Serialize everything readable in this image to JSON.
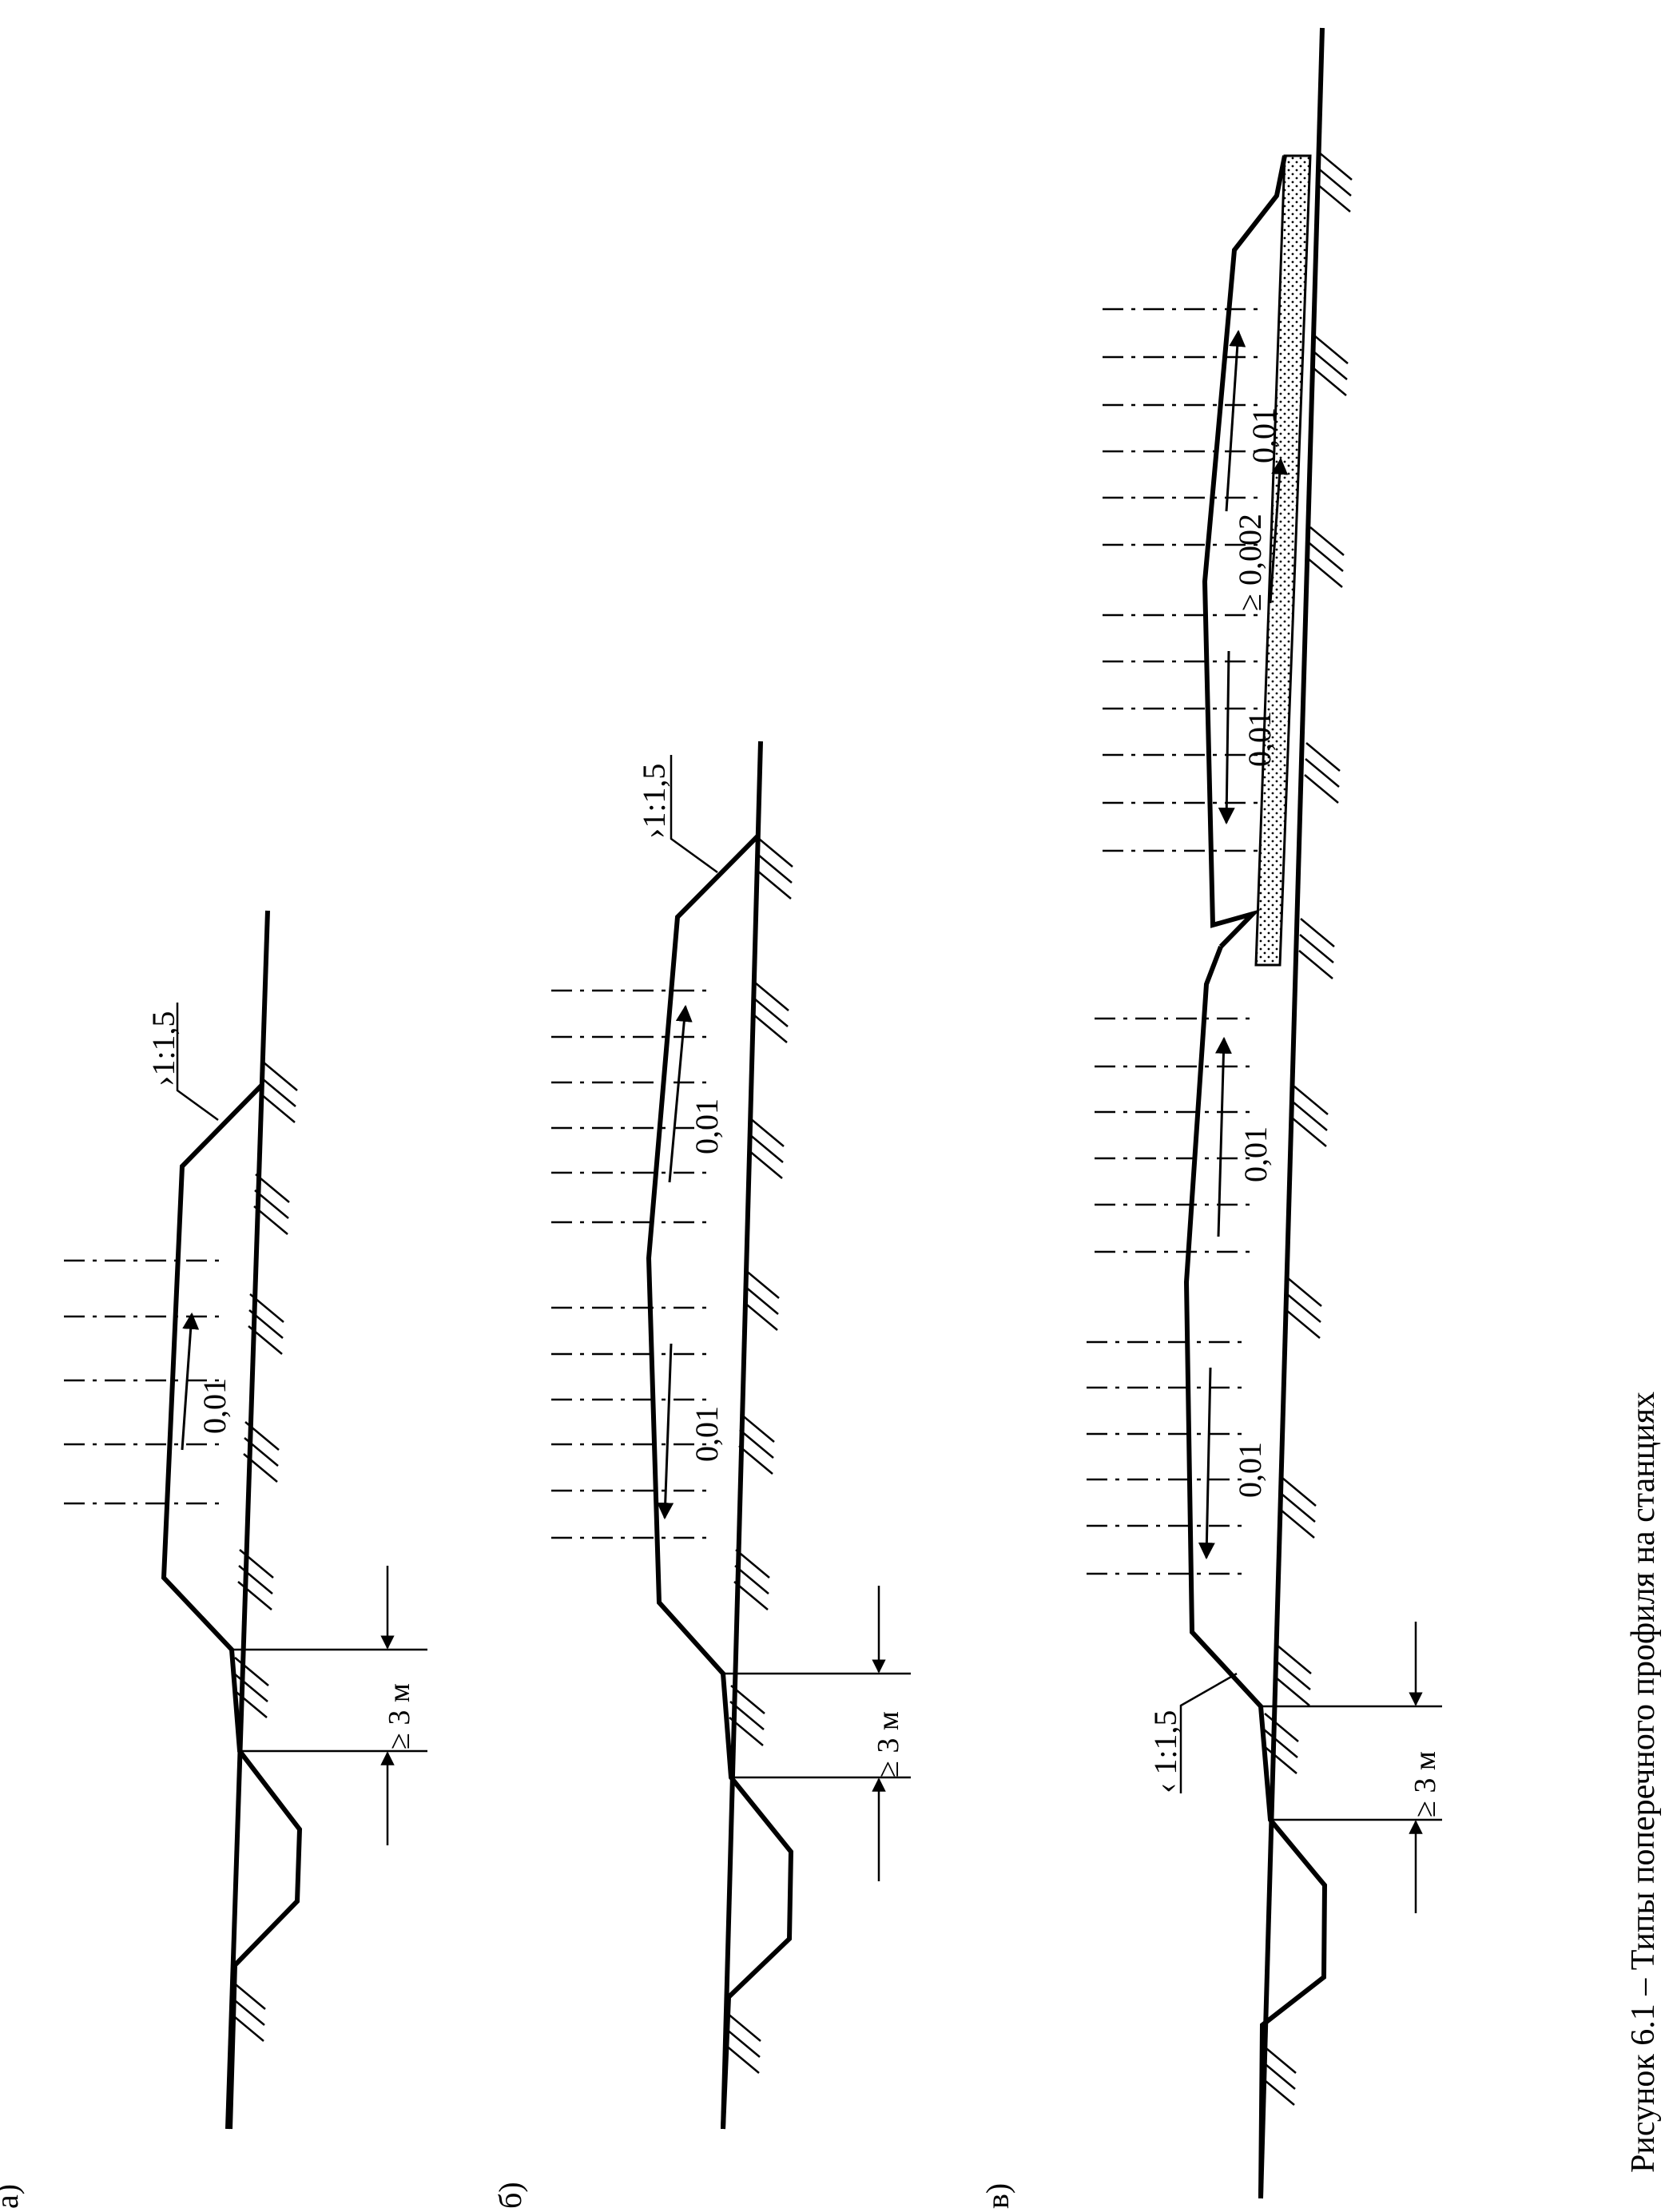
{
  "figure": {
    "caption": "Рисунок 6.1 – Типы поперечного профиля на станциях",
    "panels": [
      {
        "letter": "а)",
        "slope_labels": [
          "0,01"
        ],
        "embankment_slope": "›1:1,5",
        "ditch_distance": "≥ 3 м"
      },
      {
        "letter": "б)",
        "slope_labels": [
          "0,01",
          "0,01"
        ],
        "embankment_slope": "›1:1,5",
        "ditch_distance": "≥ 3 м"
      },
      {
        "letter": "в)",
        "slope_labels": [
          "0,01",
          "0,01",
          "0,01",
          "0,01",
          "≥ 0,002"
        ],
        "embankment_slope": "‹ 1:1,5",
        "ditch_distance": "≥ 3 м"
      }
    ]
  },
  "colors": {
    "line": "#000000",
    "background": "#ffffff"
  }
}
